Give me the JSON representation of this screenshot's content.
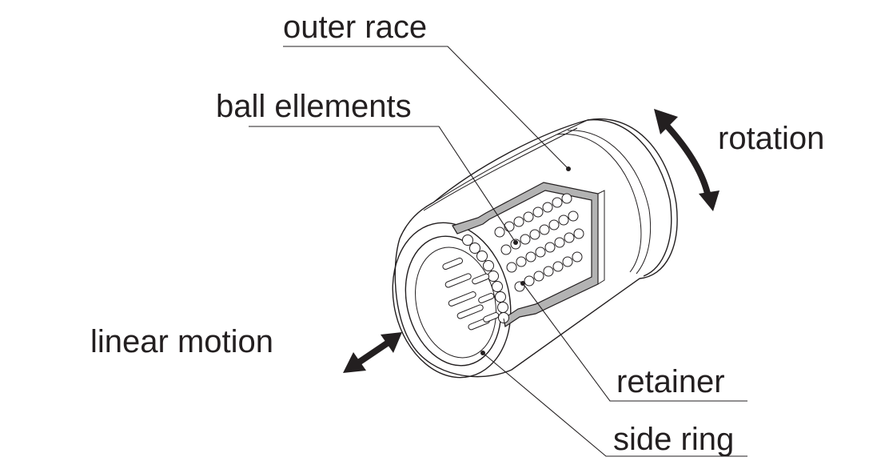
{
  "labels": {
    "outer_race": "outer race",
    "ball_elements": "ball ellements",
    "rotation": "rotation",
    "linear_motion": "linear motion",
    "retainer": "retainer",
    "side_ring": "side ring"
  },
  "colors": {
    "line": "#231f20",
    "retainer_fill": "#b3b3b3",
    "background": "#ffffff"
  },
  "icons": {
    "rotation_arrow": "curved-double-arrow-icon",
    "linear_arrow": "double-arrow-icon"
  }
}
